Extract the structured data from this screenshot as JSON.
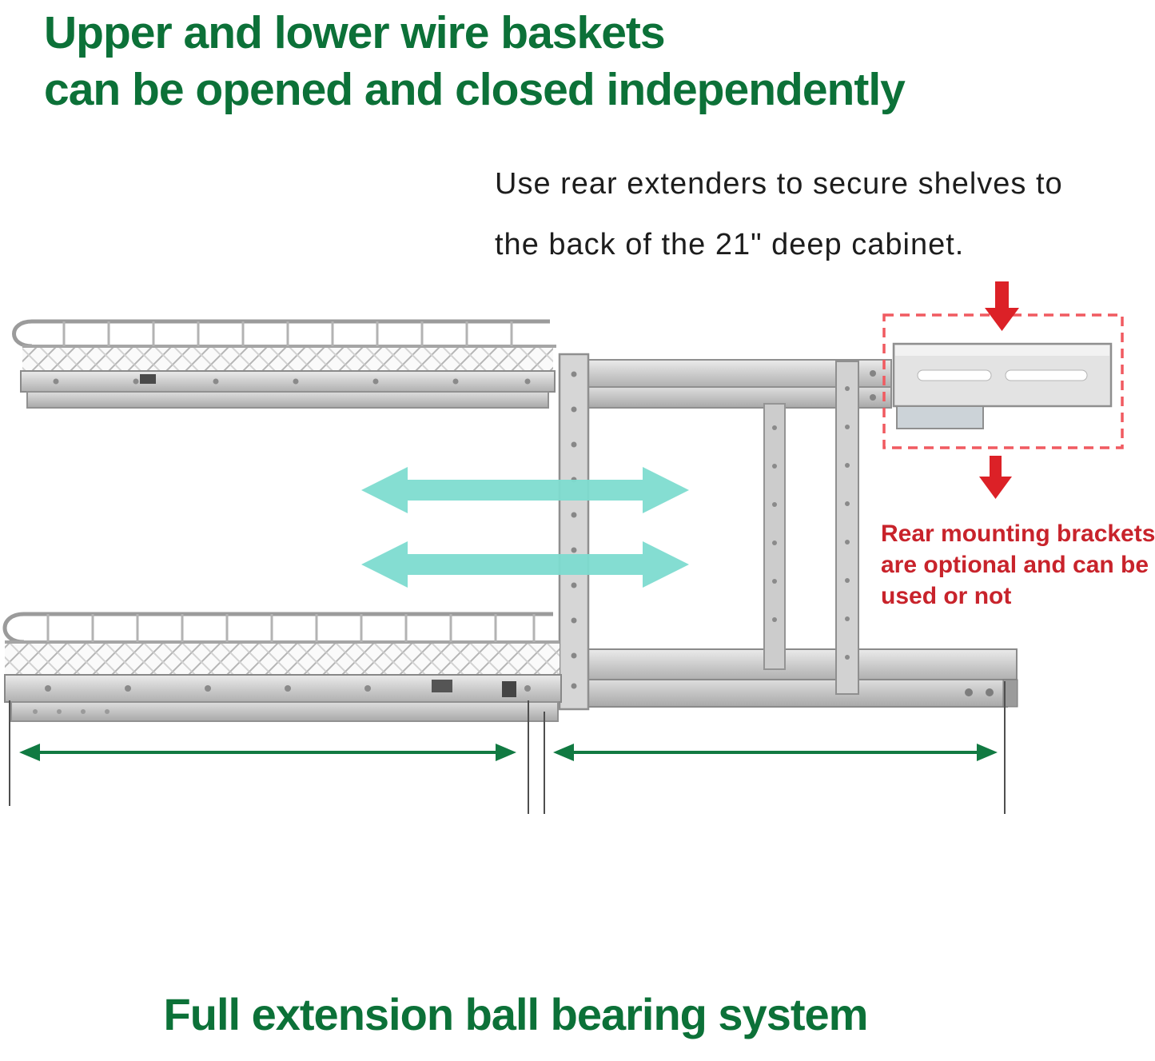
{
  "title": {
    "lines": [
      "Upper and lower wire baskets",
      "can be opened and closed independently"
    ]
  },
  "subtitle": {
    "lines": [
      "Use rear extenders to secure shelves to",
      "the back of the 21\" deep cabinet."
    ]
  },
  "rear_note": {
    "lines": [
      "Rear mounting brackets",
      "are optional and can be",
      "used or not"
    ]
  },
  "footer": {
    "text": "Full extension ball bearing system"
  },
  "colors": {
    "heading_green": "#0c7138",
    "subtitle_black": "#1d1d1d",
    "red_text": "#c8232b",
    "red_arrow": "#dc2127",
    "red_dashed": "#f05a60",
    "arrow_teal": "#7edcd0",
    "dimension_green": "#117a42",
    "tick_gray": "#4f4f4f",
    "metal_light": "#e9e9e9",
    "metal_mid": "#cdcdcd",
    "metal_dark": "#a8a8a8"
  }
}
